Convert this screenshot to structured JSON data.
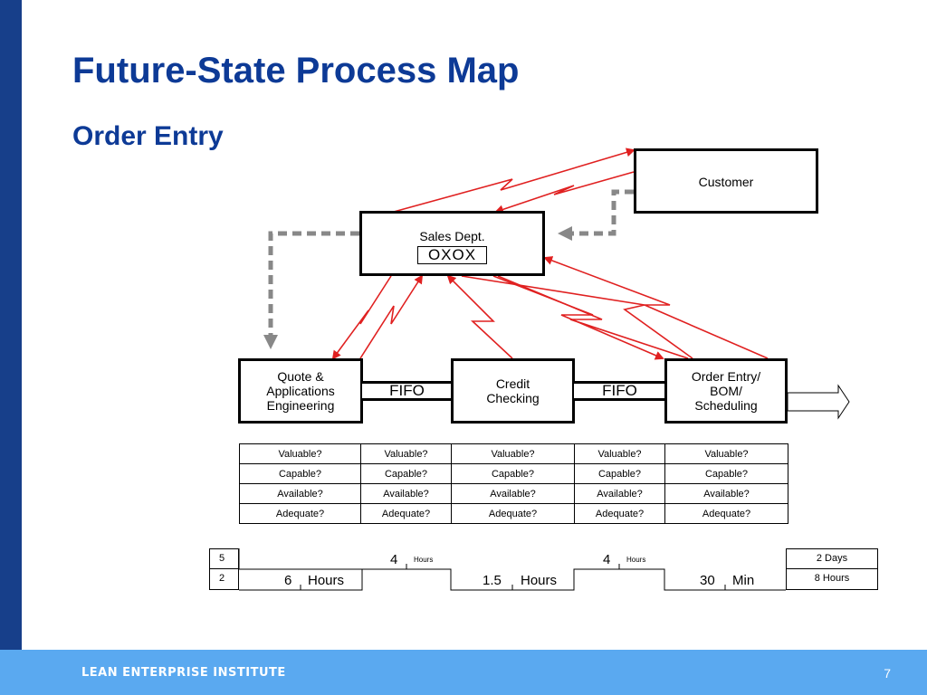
{
  "slide": {
    "title": "Future-State Process Map",
    "subtitle": "Order Entry",
    "footer_brand": "LEAN ENTERPRISE INSTITUTE",
    "page_number": "7"
  },
  "colors": {
    "title": "#0d3a96",
    "left_bar": "#173f8a",
    "footer": "#5aa9f0",
    "electronic_flow": "#e02020",
    "manual_flow": "#888888"
  },
  "process": {
    "customer": "Customer",
    "sales": {
      "label": "Sales Dept.",
      "box": "OXOX"
    },
    "quote_lines": [
      "Quote &",
      "Applications",
      "Engineering"
    ],
    "credit_lines": [
      "Credit",
      "Checking"
    ],
    "order_lines": [
      "Order Entry/",
      "BOM/",
      "Scheduling"
    ],
    "fifo_1": "FIFO",
    "fifo_2": "FIFO"
  },
  "questions": {
    "rows": [
      [
        "Valuable?",
        "Valuable?",
        "Valuable?",
        "Valuable?",
        "Valuable?"
      ],
      [
        "Capable?",
        "Capable?",
        "Capable?",
        "Capable?",
        "Capable?"
      ],
      [
        "Available?",
        "Available?",
        "Available?",
        "Available?",
        "Available?"
      ],
      [
        "Adequate?",
        "Adequate?",
        "Adequate?",
        "Adequate?",
        "Adequate?"
      ]
    ]
  },
  "timeline": {
    "left_top": "5",
    "left_bottom": "2",
    "wait_1": {
      "value": "4",
      "unit": "Hours"
    },
    "wait_2": {
      "value": "4",
      "unit": "Hours"
    },
    "proc_1": {
      "value": "6",
      "unit": "Hours"
    },
    "proc_2": {
      "value": "1.5",
      "unit": "Hours"
    },
    "proc_3": {
      "value": "30",
      "unit": "Min"
    },
    "total_lead": "2 Days",
    "total_proc": "8 Hours"
  }
}
